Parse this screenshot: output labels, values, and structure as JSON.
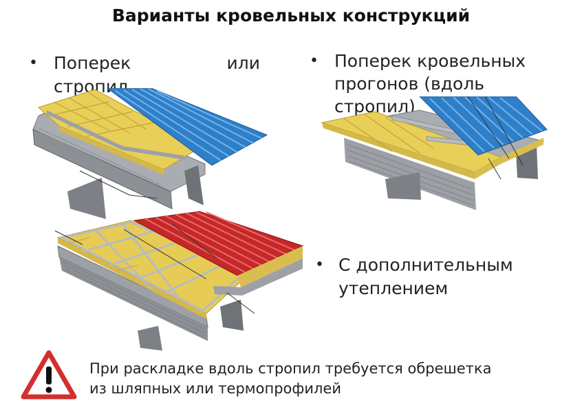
{
  "title": "Варианты кровельных конструкций",
  "bullet1": {
    "line1_left": "Поперек",
    "line1_right": "или",
    "line2": "стропил"
  },
  "bullet2": {
    "line1": "Поперек кровельных",
    "line2": "прогонов (вдоль",
    "line3": "стропил)"
  },
  "bullet3": {
    "line1": "С дополнительным",
    "line2": "утеплением"
  },
  "warning": {
    "line1": "При раскладке вдоль стропил требуется обрешетка",
    "line2": "из шляпных или термопрофилей"
  },
  "colors": {
    "blue_sheet": "#2f7fc8",
    "red_sheet": "#c62828",
    "insulation": "#e8cf58",
    "steel": "#a9adb2",
    "warning_red": "#d32f2f"
  },
  "icons": {
    "bullet": "bullet-dot",
    "warning": "warning-triangle-icon"
  }
}
